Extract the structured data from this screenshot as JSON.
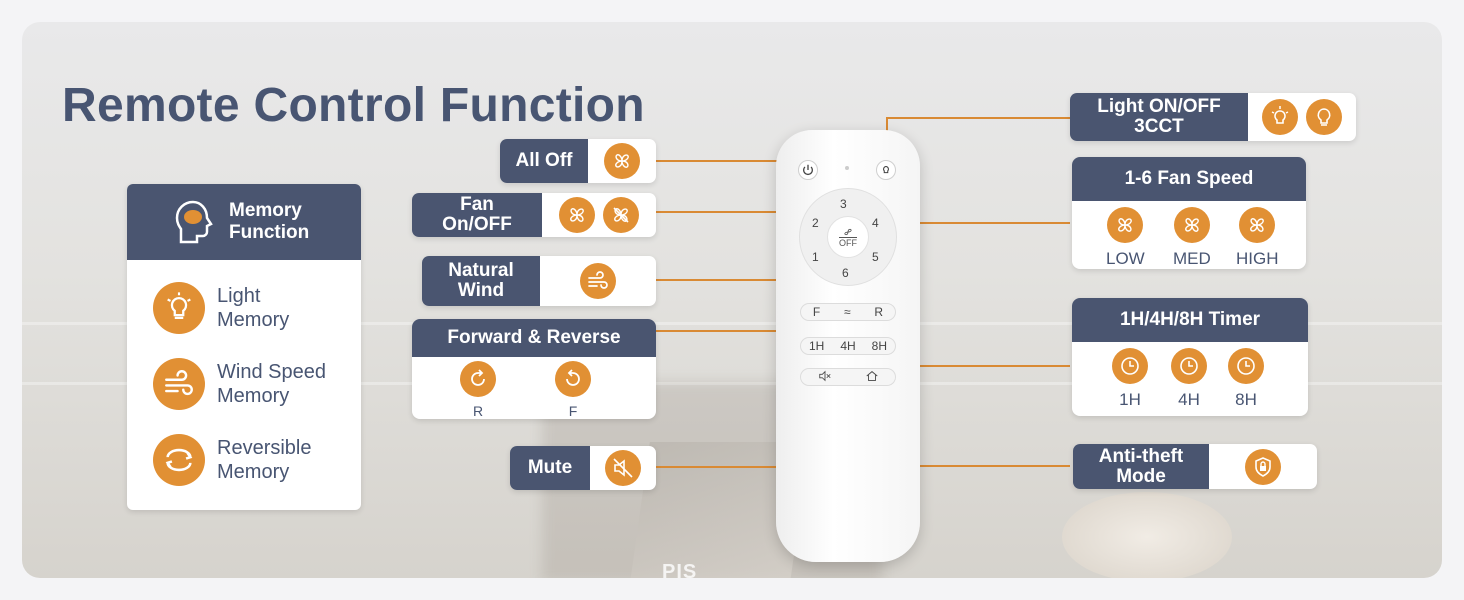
{
  "title": "Remote Control Function",
  "memory": {
    "heading": "Memory\nFunction",
    "items": [
      {
        "label": "Light\nMemory",
        "icon": "bulb-icon"
      },
      {
        "label": "Wind Speed\nMemory",
        "icon": "wind-icon"
      },
      {
        "label": "Reversible\nMemory",
        "icon": "reverse-icon"
      }
    ]
  },
  "labels": {
    "all_off": "All Off",
    "fan_onoff": "Fan On/OFF",
    "natural_wind": "Natural\nWind",
    "forward_reverse": "Forward & Reverse",
    "forward_reverse_opts": [
      "R",
      "F"
    ],
    "mute": "Mute",
    "light": "Light ON/OFF\n3CCT",
    "fan_speed": "1-6 Fan Speed",
    "fan_speed_opts": [
      "LOW",
      "MED",
      "HIGH"
    ],
    "timer": "1H/4H/8H Timer",
    "timer_opts": [
      "1H",
      "4H",
      "8H"
    ],
    "anti_theft": "Anti-theft\nMode"
  },
  "remote": {
    "speeds": [
      "3",
      "2",
      "4",
      "1",
      "5",
      "6"
    ],
    "off": "OFF",
    "fr": [
      "F",
      "R"
    ],
    "timers": [
      "1H",
      "4H",
      "8H"
    ]
  },
  "background_text": {
    "magazine": "PIS\nPEQUE"
  },
  "colors": {
    "navy": "#4a5570",
    "accent": "#e19034",
    "title": "#485572"
  }
}
